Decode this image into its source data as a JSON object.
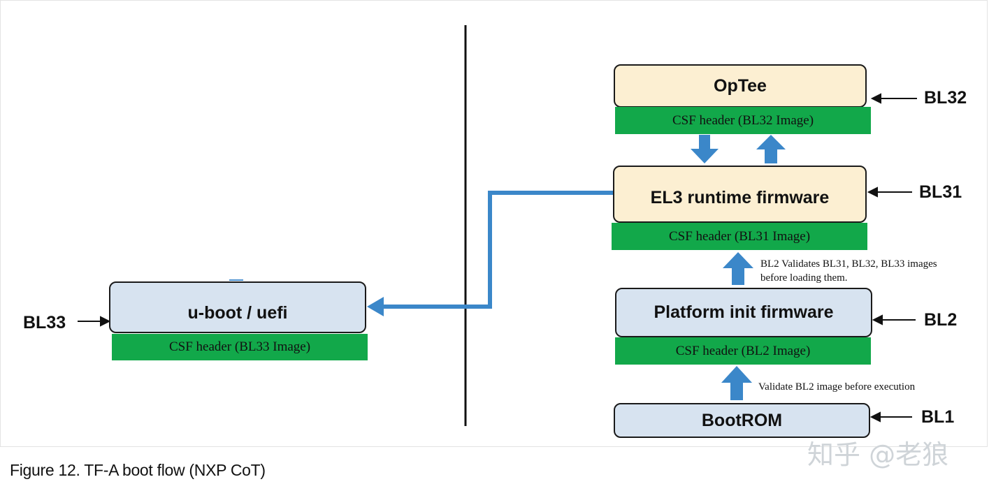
{
  "blocks": {
    "optee": {
      "title": "OpTee",
      "csf": "CSF header (BL32 Image)",
      "level": "BL32"
    },
    "el3": {
      "title": "EL3 runtime firmware",
      "csf": "CSF header (BL31 Image)",
      "level": "BL31"
    },
    "platform": {
      "title": "Platform init firmware",
      "csf": "CSF header (BL2 Image)",
      "level": "BL2"
    },
    "bootrom": {
      "title": "BootROM",
      "level": "BL1"
    },
    "uboot": {
      "title": "u-boot / uefi",
      "csf": "CSF header (BL33 Image)",
      "level": "BL33"
    }
  },
  "notes": {
    "bl2_validates_line1": "BL2 Validates BL31, BL32, BL33 images",
    "bl2_validates_line2": "before loading them.",
    "validate_bl2": "Validate BL2 image before execution"
  },
  "caption": "Figure 12.  TF-A boot flow (NXP CoT)",
  "watermark": "知乎 @老狼",
  "colors": {
    "csf_green": "#12a84a",
    "arrow_blue": "#3b87c9",
    "box_blue": "#d7e3f0",
    "box_cream": "#fcefd2"
  }
}
